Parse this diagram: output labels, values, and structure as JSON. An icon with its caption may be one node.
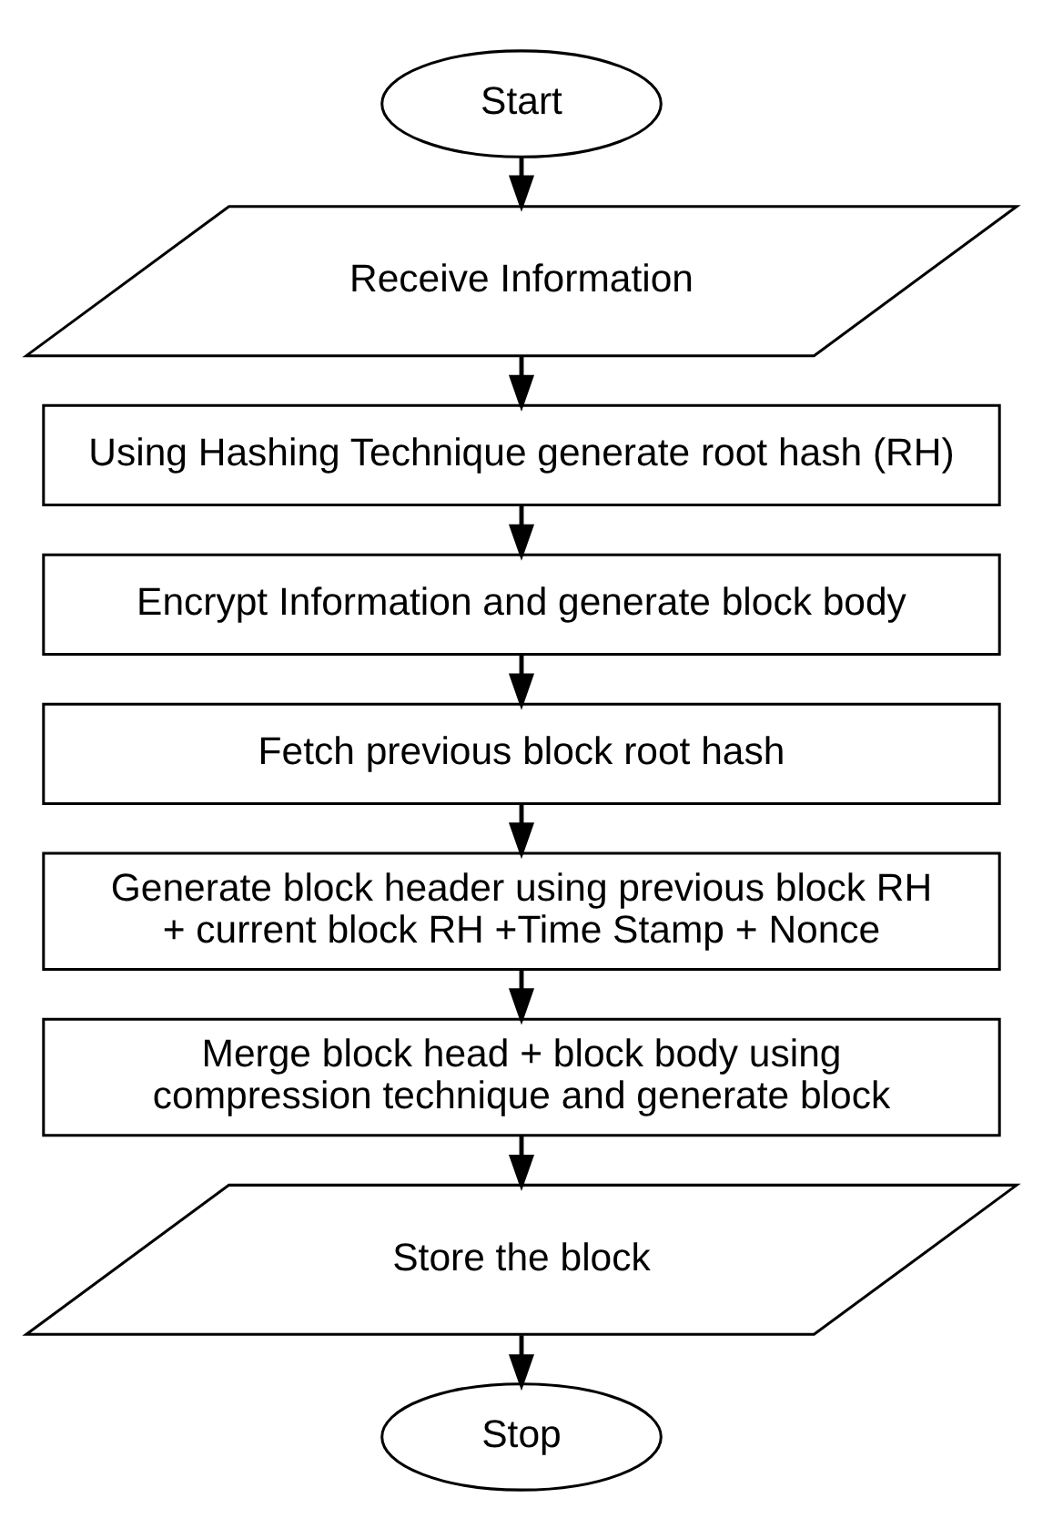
{
  "diagram": {
    "nodes": [
      {
        "text": [
          "Start"
        ]
      },
      {
        "text": [
          "Receive Information"
        ]
      },
      {
        "text": [
          "Using Hashing Technique generate root hash (RH)"
        ]
      },
      {
        "text": [
          "Encrypt Information and generate block body"
        ]
      },
      {
        "text": [
          "Fetch previous block root hash"
        ]
      },
      {
        "text": [
          "Generate block header using previous block RH + current block RH +Time Stamp + Nonce"
        ]
      },
      {
        "text": [
          "Merge block head + block body using compression technique and generate block"
        ]
      },
      {
        "text": [
          "Store the block"
        ]
      },
      {
        "text": [
          "Stop"
        ]
      }
    ],
    "edges": [
      {
        "from": 0,
        "to": 1,
        "arrow": "to"
      },
      {
        "from": 1,
        "to": 2,
        "arrow": "to"
      },
      {
        "from": 2,
        "to": 3,
        "arrow": "to"
      },
      {
        "from": 3,
        "to": 4,
        "arrow": "to"
      },
      {
        "from": 4,
        "to": 5,
        "arrow": "to"
      },
      {
        "from": 5,
        "to": 6,
        "arrow": "to"
      },
      {
        "from": 6,
        "to": 7,
        "arrow": "to"
      },
      {
        "from": 7,
        "to": 8,
        "arrow": "to"
      }
    ]
  }
}
